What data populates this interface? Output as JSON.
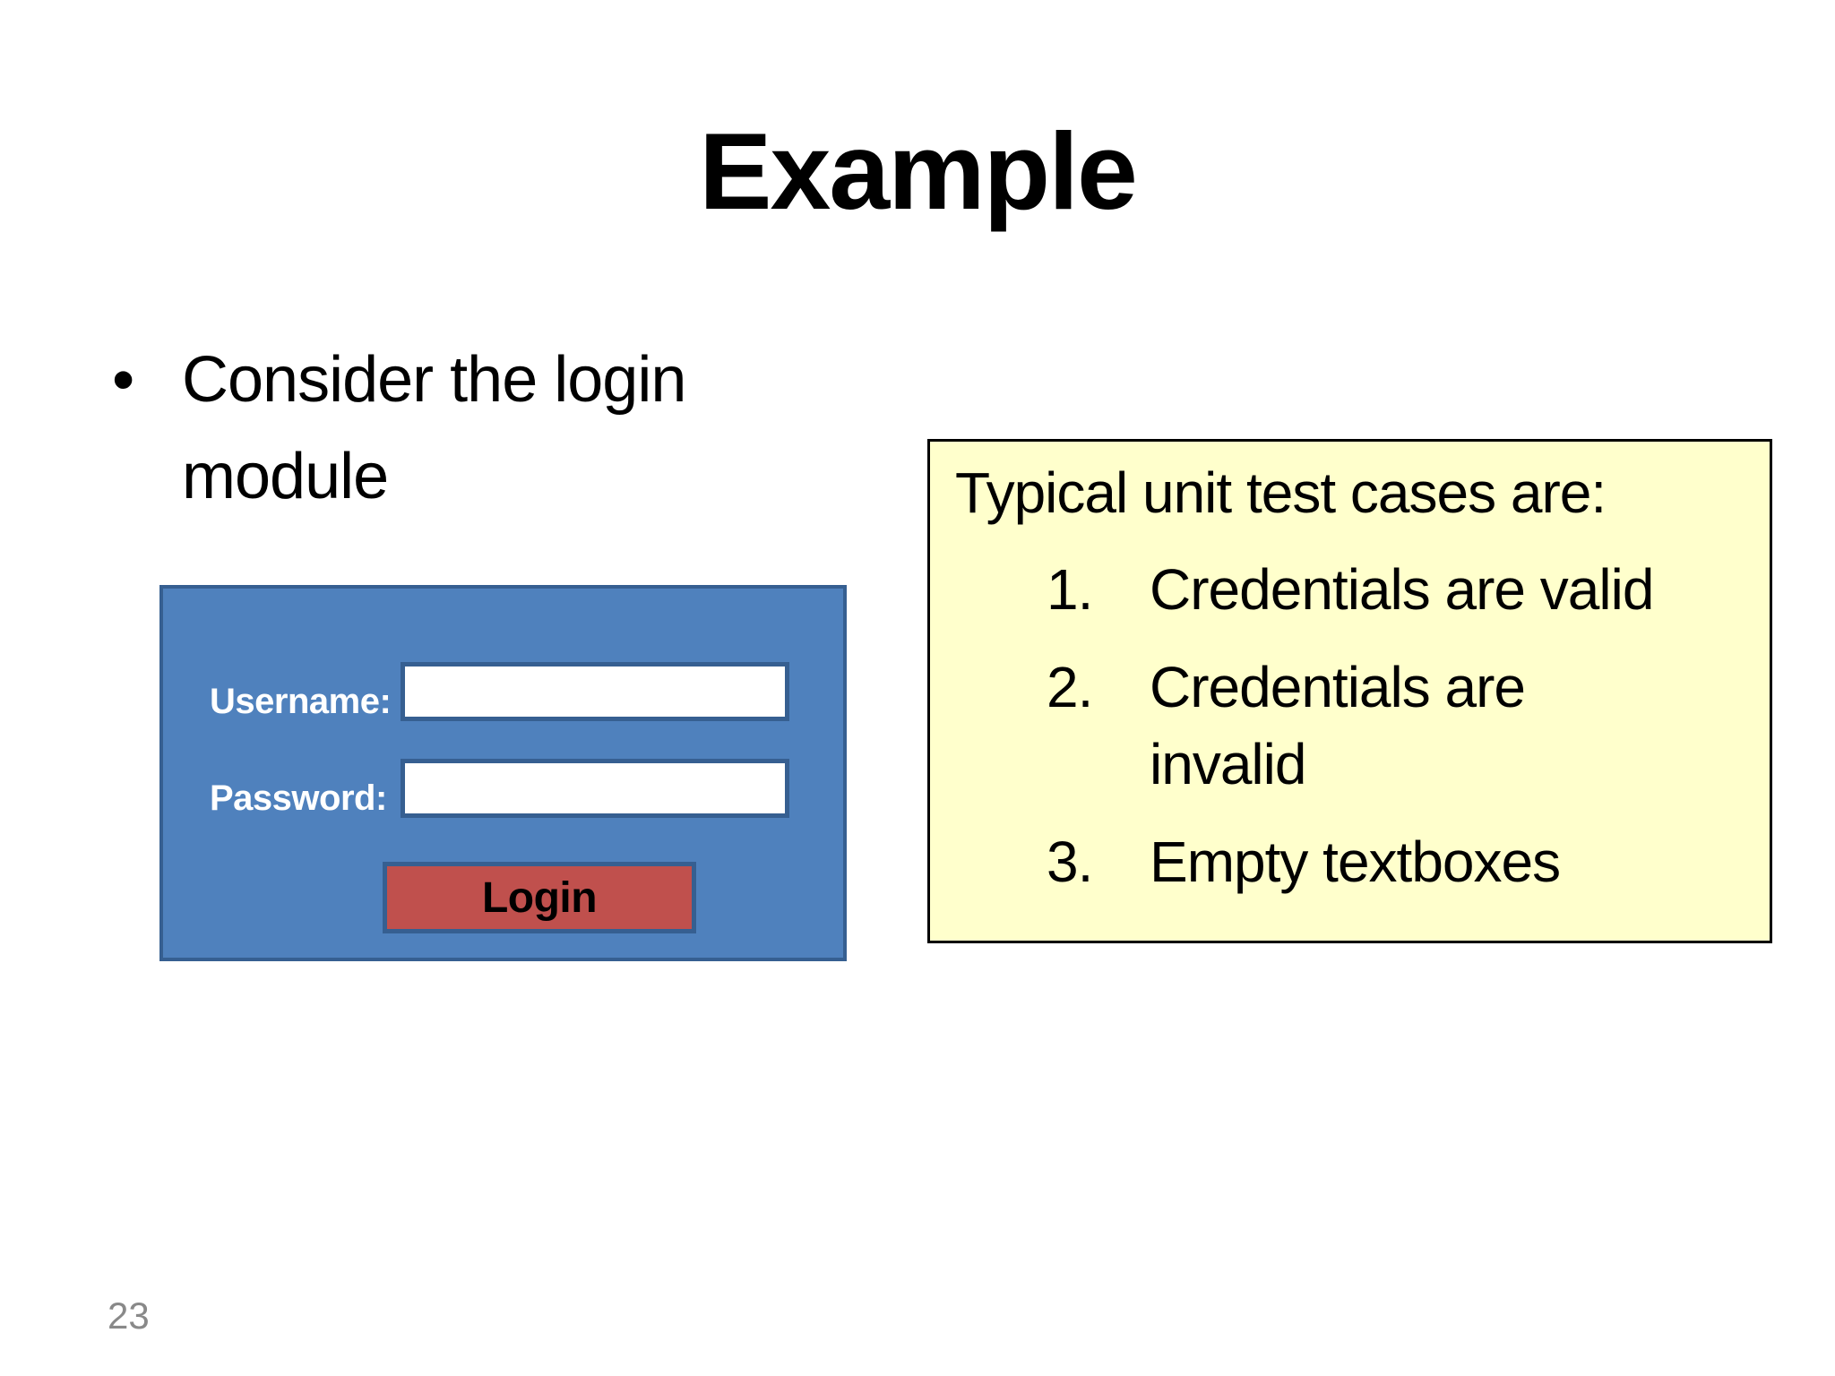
{
  "slide": {
    "title": "Example",
    "bullet_marker": "•",
    "bullet_text": "Consider the login module",
    "page_number": "23"
  },
  "login_form": {
    "username_label": "Username:",
    "username_value": "",
    "password_label": "Password:",
    "password_value": "",
    "login_button_label": "Login"
  },
  "note_box": {
    "heading": "Typical unit test cases are:",
    "items": [
      {
        "number": "1.",
        "text": "Credentials are valid"
      },
      {
        "number": "2.",
        "text": "Credentials are invalid"
      },
      {
        "number": "3.",
        "text": "Empty textboxes"
      }
    ]
  },
  "colors": {
    "panel_fill": "#4F81BD",
    "panel_border": "#365F91",
    "input_border": "#365F91",
    "button_fill": "#C0504D",
    "note_fill": "#FFFFCC",
    "note_border": "#000000",
    "page_number_gray": "#898989"
  }
}
